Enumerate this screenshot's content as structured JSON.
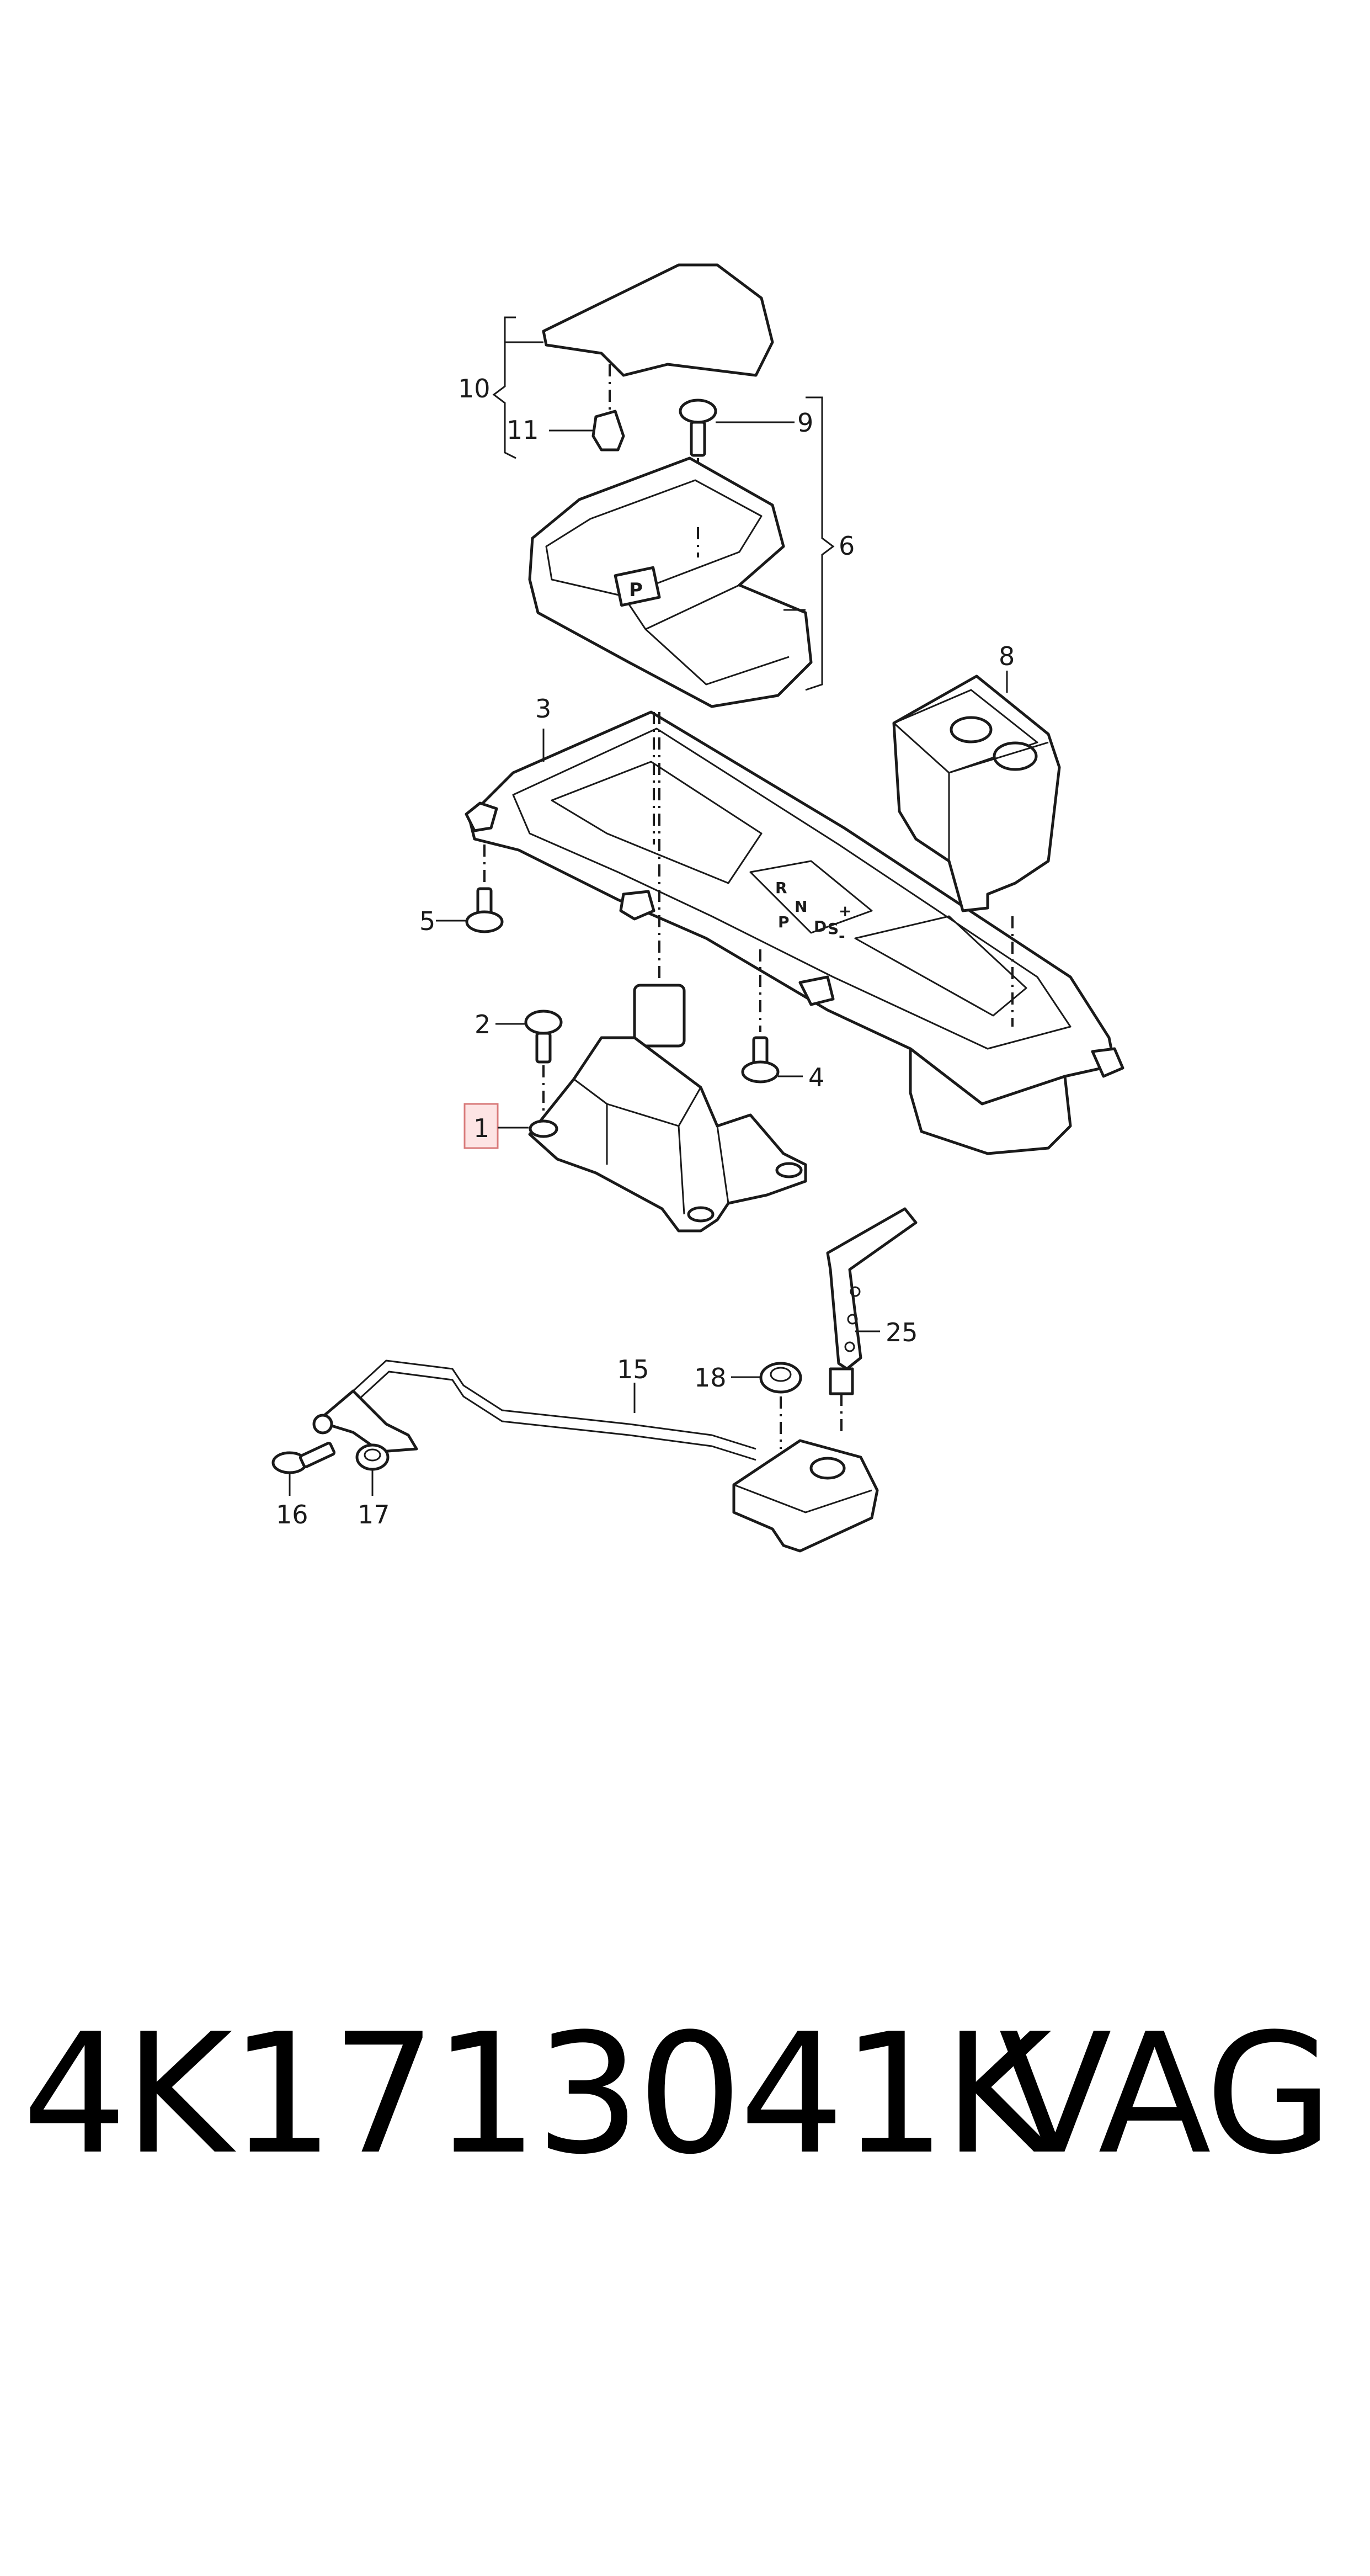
{
  "callouts": [
    "1",
    "2",
    "3",
    "4",
    "5",
    "6",
    "8",
    "9",
    "10",
    "11",
    "15",
    "16",
    "17",
    "18",
    "25"
  ],
  "selector_letters": {
    "park_button": "P",
    "gate_r": "R",
    "gate_n": "N",
    "gate_p": "P",
    "gate_d": "D",
    "gate_s": "S",
    "gate_plus": "+",
    "gate_minus": "-"
  },
  "footer": {
    "part_number": "4K1713041K",
    "brand": "VAG"
  },
  "colors": {
    "line": "#1a1a1a",
    "highlight_fill": "#fde4e4",
    "highlight_stroke": "#d87a7a"
  }
}
